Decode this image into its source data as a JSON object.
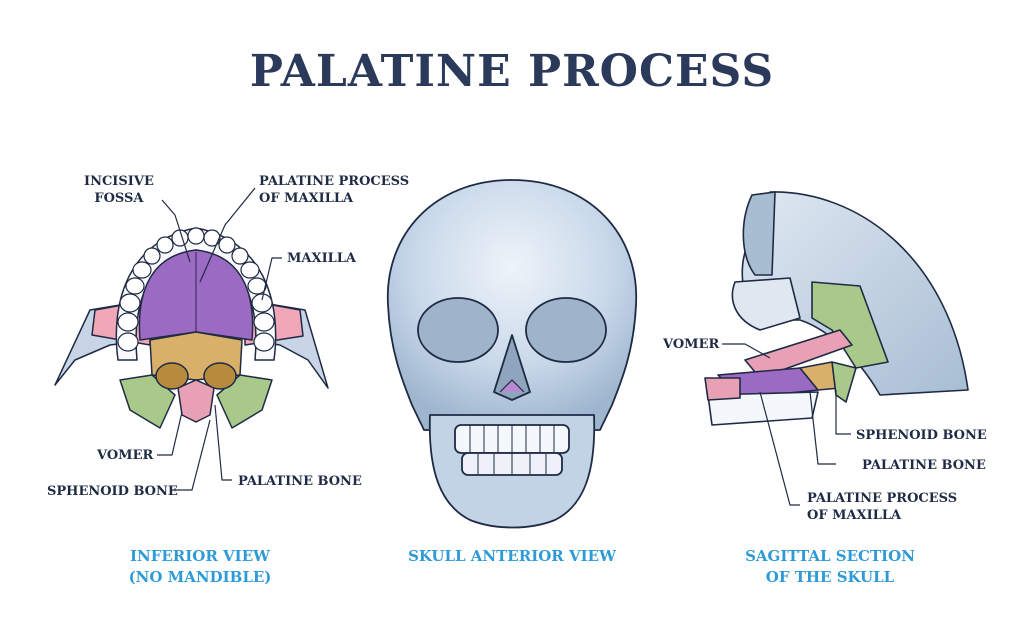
{
  "title": "PALATINE PROCESS",
  "colors": {
    "title": "#2b3a5a",
    "label": "#1f2a44",
    "caption": "#2e9bd8",
    "palatine_process": "#9b6bc4",
    "maxilla": "#f2a7b8",
    "palatine_bone": "#d9b06a",
    "sphenoid_bone": "#a9c98a",
    "vomer": "#e8a0b4",
    "skull": "#c9d9ea"
  },
  "inferior_view": {
    "labels": {
      "incisive_fossa": [
        "INCISIVE",
        "FOSSA"
      ],
      "palatine_process": [
        "PALATINE PROCESS",
        "OF MAXILLA"
      ],
      "maxilla": "MAXILLA",
      "vomer": "VOMER",
      "sphenoid_bone": "SPHENOID BONE",
      "palatine_bone": "PALATINE BONE"
    },
    "caption": [
      "INFERIOR VIEW",
      "(NO MANDIBLE)"
    ]
  },
  "anterior_view": {
    "caption": "SKULL ANTERIOR VIEW"
  },
  "sagittal_view": {
    "labels": {
      "vomer": "VOMER",
      "sphenoid_bone": "SPHENOID BONE",
      "palatine_bone": "PALATINE BONE",
      "palatine_process": [
        "PALATINE PROCESS",
        "OF MAXILLA"
      ]
    },
    "caption": [
      "SAGITTAL SECTION",
      "OF THE SKULL"
    ]
  }
}
